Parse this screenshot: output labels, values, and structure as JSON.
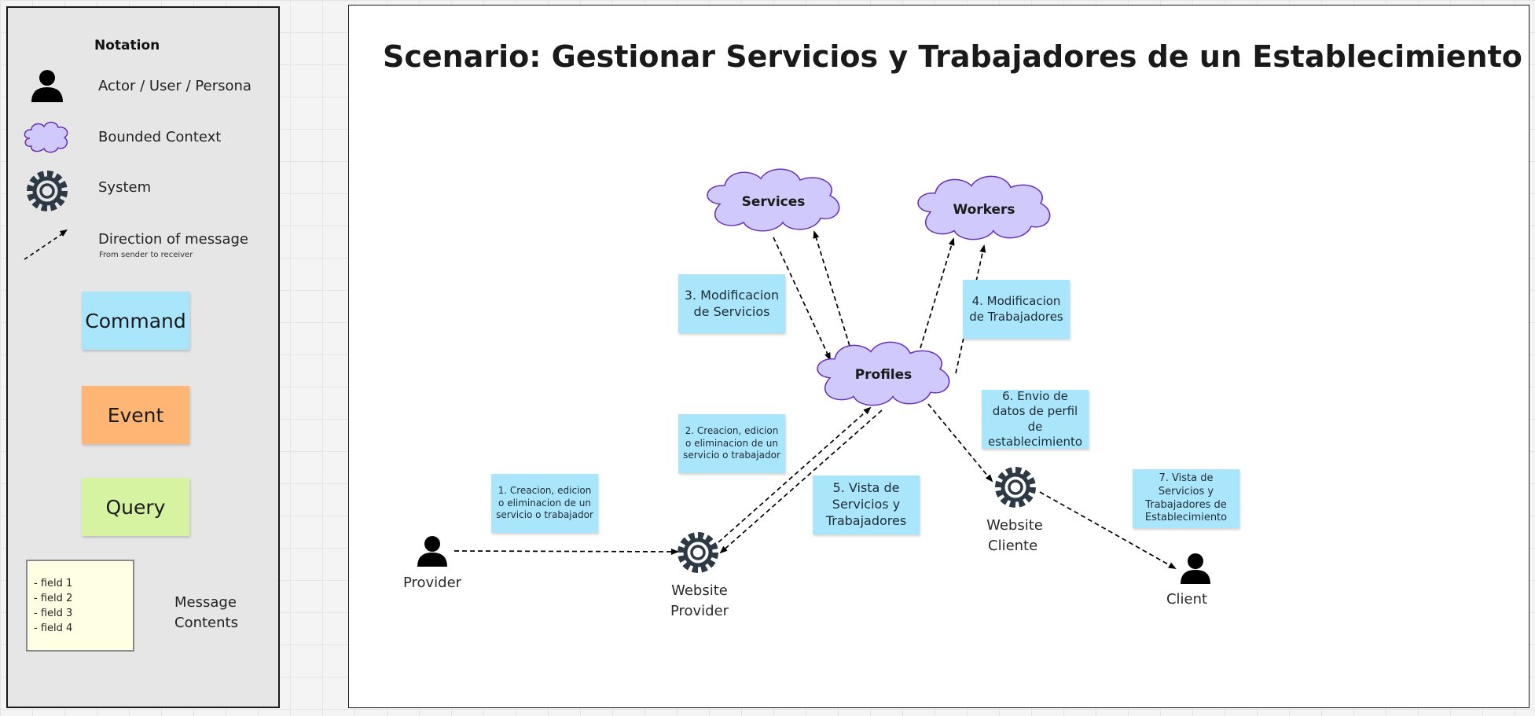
{
  "legend": {
    "title": "Notation",
    "actor_label": "Actor / User / Persona",
    "context_label": "Bounded Context",
    "system_label": "System",
    "direction_label": "Direction of message",
    "direction_sub": "From sender to receiver",
    "command_label": "Command",
    "event_label": "Event",
    "query_label": "Query",
    "message_fields": [
      "- field 1",
      "- field 2",
      "- field 3",
      "- field 4"
    ],
    "message_label_line1": "Message",
    "message_label_line2": "Contents"
  },
  "title": "Scenario: Gestionar Servicios y Trabajadores de un Establecimiento",
  "contexts": {
    "services": "Services",
    "workers": "Workers",
    "profiles": "Profiles"
  },
  "nodes": {
    "provider": "Provider",
    "website_provider_line1": "Website",
    "website_provider_line2": "Provider",
    "website_cliente_line1": "Website",
    "website_cliente_line2": "Cliente",
    "client": "Client"
  },
  "notes": {
    "n1": "1. Creacion, edicion o eliminacion de un servicio o trabajador",
    "n2": "2. Creacion, edicion o eliminacion de un servicio o trabajador",
    "n3": "3. Modificacion de Servicios",
    "n4": "4. Modificacion de Trabajadores",
    "n5": "5. Vista de Servicios y Trabajadores",
    "n6": "6. Envio de datos de perfil de establecimiento",
    "n7": "7. Vista de Servicios y Trabajadores de Establecimiento"
  },
  "colors": {
    "command": "#aae6fb",
    "event": "#ffb574",
    "query": "#d6f3a1",
    "context_fill": "#cfcafb",
    "context_stroke": "#6a2fb8",
    "message_contents": "#ffffe3"
  }
}
